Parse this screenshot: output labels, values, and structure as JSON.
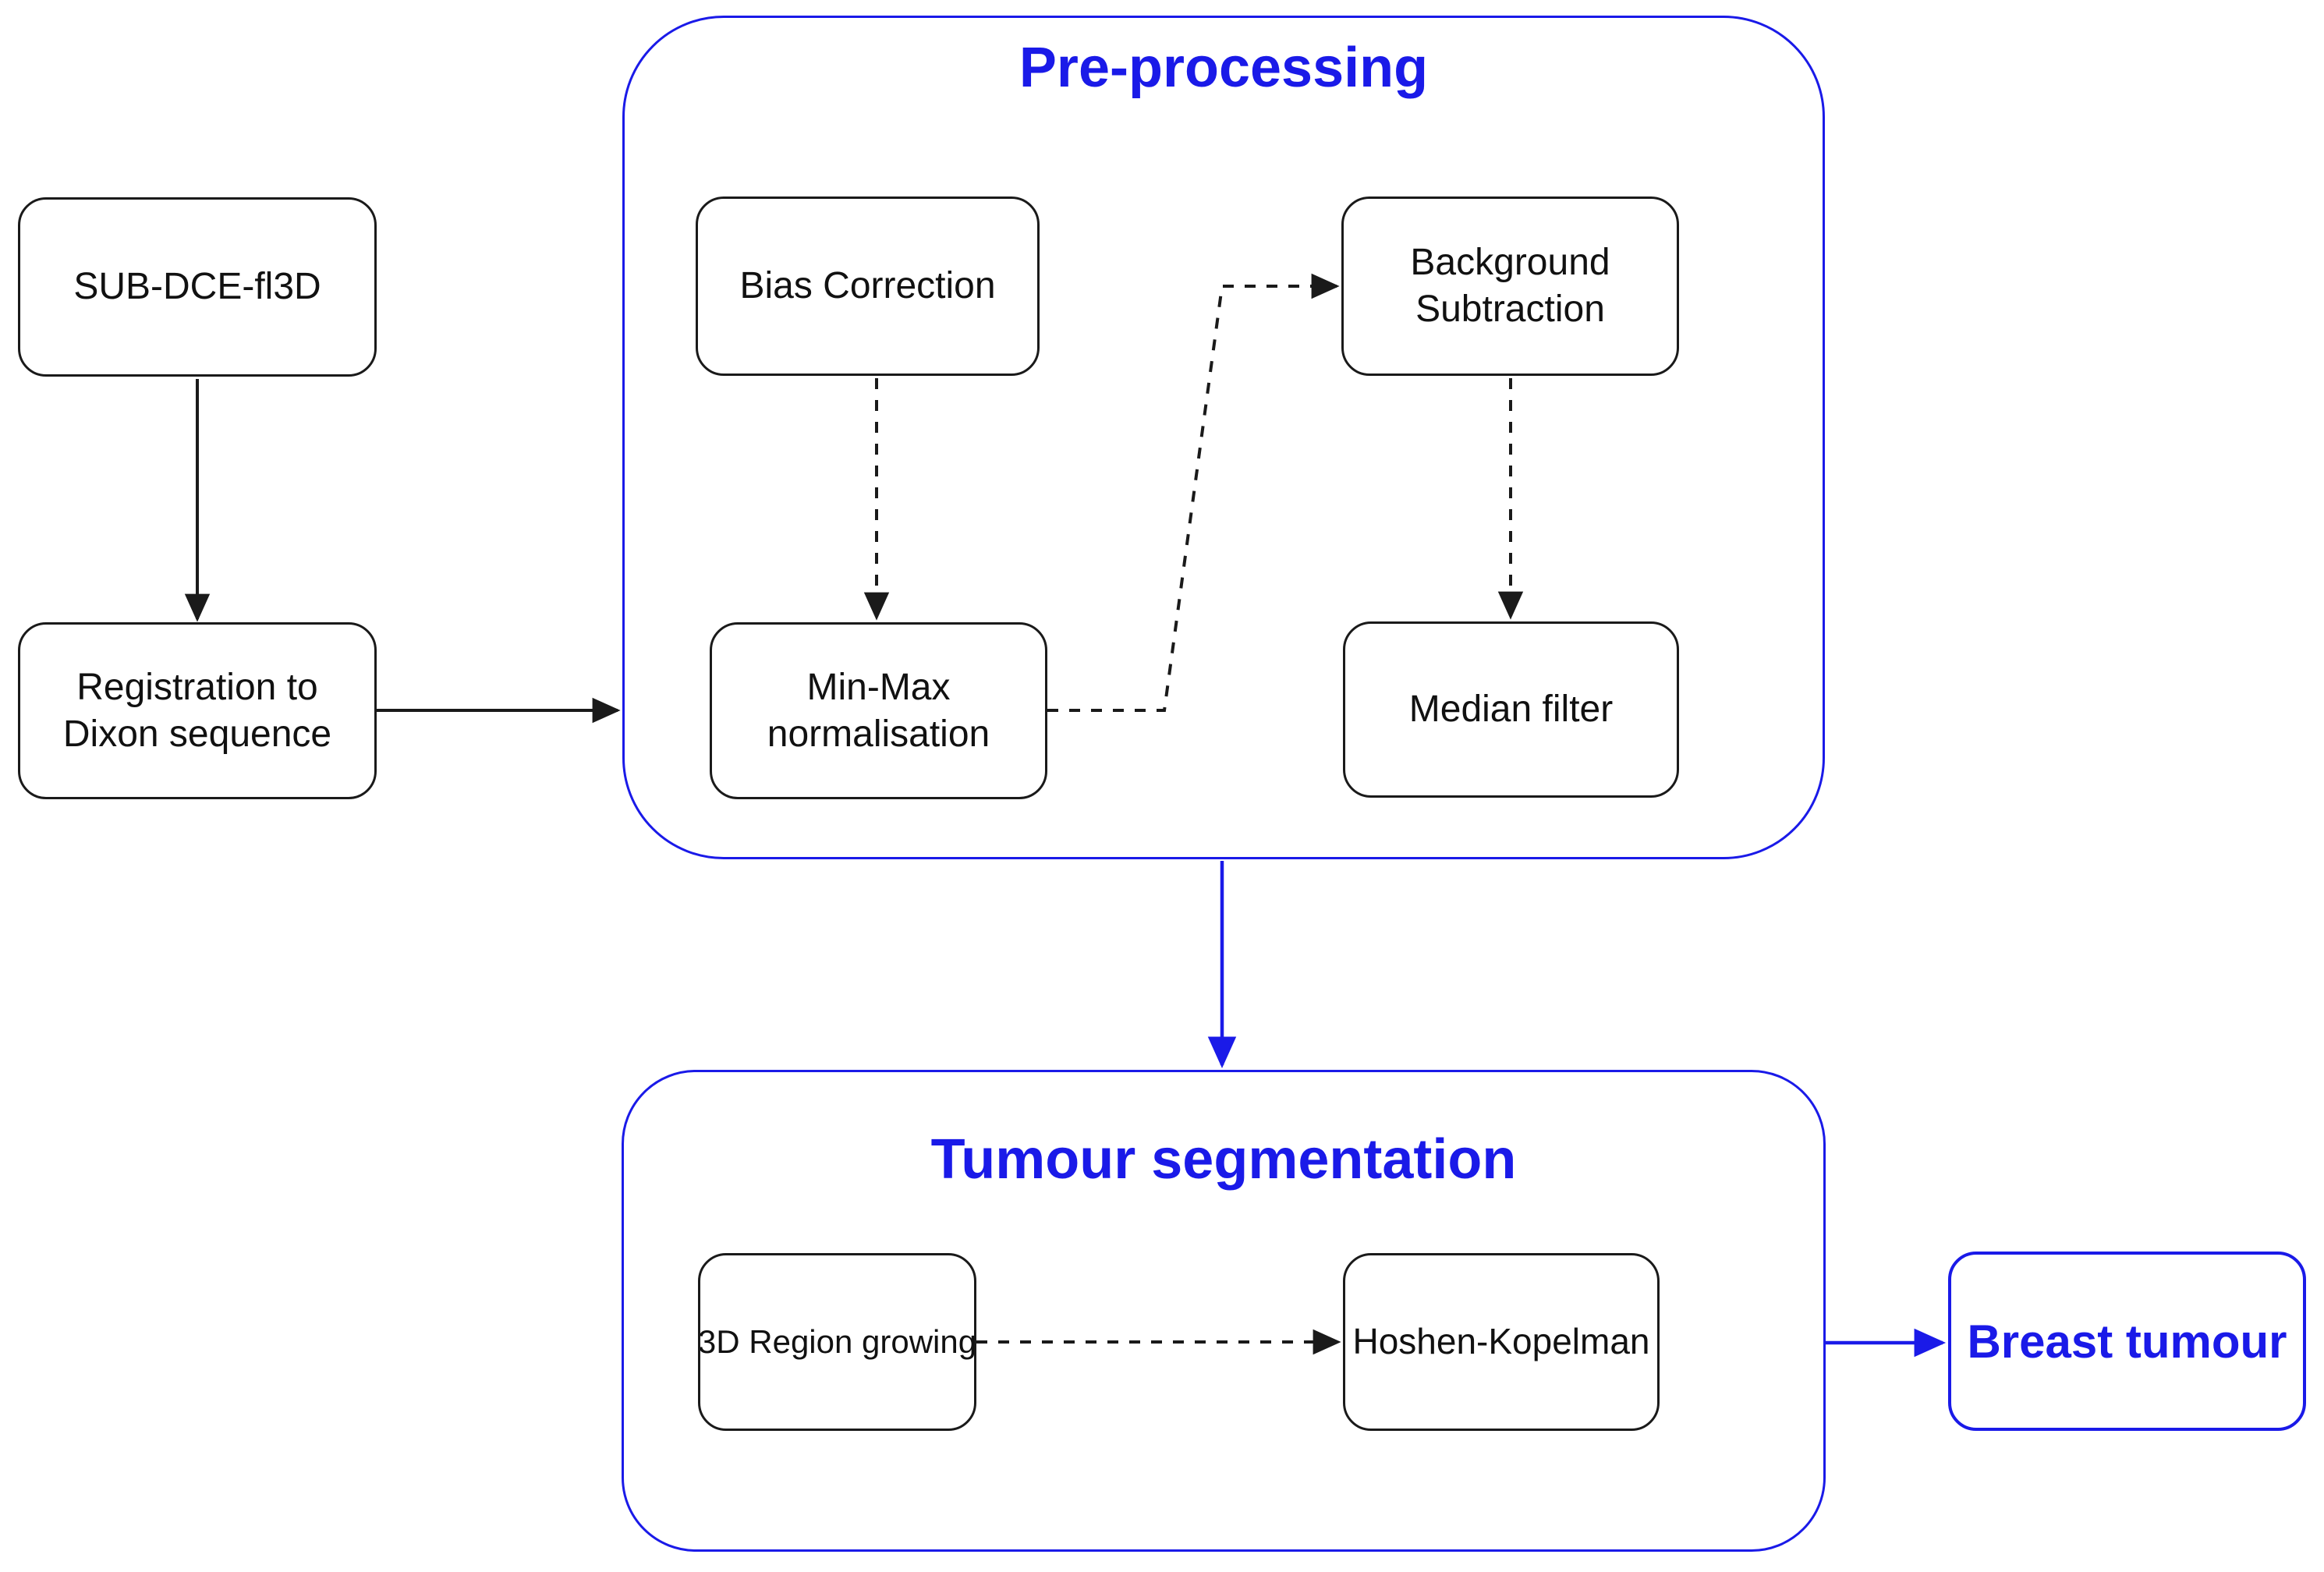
{
  "diagram": {
    "type": "flowchart",
    "colors": {
      "accent_blue": "#1a1ae8",
      "line_black": "#1a1a1a",
      "background": "#ffffff"
    },
    "groups": {
      "preprocessing": {
        "title": "Pre-processing"
      },
      "segmentation": {
        "title": "Tumour segmentation"
      }
    },
    "nodes": {
      "sub_dce": {
        "label": "SUB-DCE-fl3D"
      },
      "registration": {
        "label": "Registration to\nDixon sequence"
      },
      "bias_correction": {
        "label": "Bias Correction"
      },
      "background_subtraction": {
        "label": "Background\nSubtraction"
      },
      "minmax_normalisation": {
        "label": "Min-Max\nnormalisation"
      },
      "median_filter": {
        "label": "Median filter"
      },
      "region_growing": {
        "label": "3D Region growing"
      },
      "hoshen_kopelman": {
        "label": "Hoshen-Kopelman"
      },
      "breast_tumour": {
        "label": "Breast tumour"
      }
    },
    "edges": [
      {
        "from": "sub_dce",
        "to": "registration",
        "style": "solid-black-arrow"
      },
      {
        "from": "registration",
        "to": "preprocessing-group",
        "style": "solid-black-arrow"
      },
      {
        "from": "bias_correction",
        "to": "minmax_normalisation",
        "style": "dashed-black-arrow"
      },
      {
        "from": "minmax_normalisation",
        "to": "background_subtraction",
        "style": "dashed-black-arrow"
      },
      {
        "from": "background_subtraction",
        "to": "median_filter",
        "style": "dashed-black-arrow"
      },
      {
        "from": "preprocessing-group",
        "to": "segmentation-group",
        "style": "solid-blue-arrow"
      },
      {
        "from": "region_growing",
        "to": "hoshen_kopelman",
        "style": "dashed-black-arrow"
      },
      {
        "from": "segmentation-group",
        "to": "breast_tumour",
        "style": "solid-blue-arrow"
      }
    ]
  }
}
